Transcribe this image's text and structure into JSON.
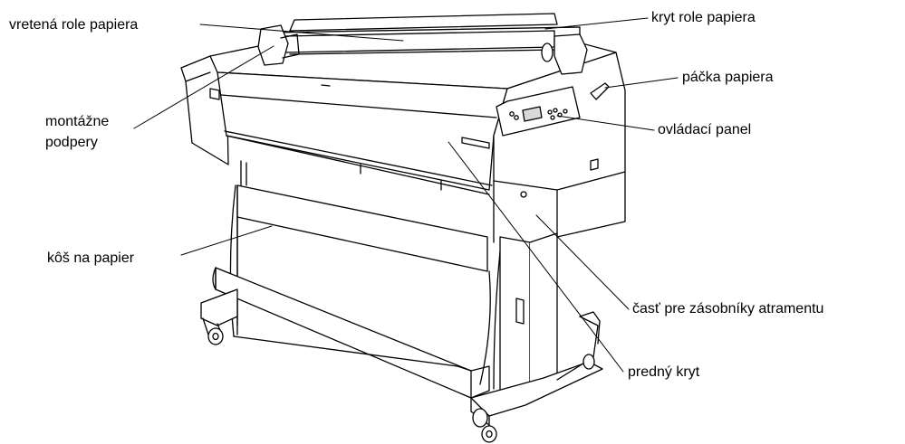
{
  "labels": {
    "spindle": "vretená role papiera",
    "roll_cover": "kryt role papiera",
    "paper_lever": "páčka papiera",
    "supports_line1": "montážne",
    "supports_line2": "podpery",
    "control_panel": "ovládací panel",
    "basket": "kôš na papier",
    "ink_compartment": "časť pre zásobníky atramentu",
    "front_cover": "predný kryt"
  },
  "colors": {
    "line": "#000000",
    "panel_screen": "#d9d9d9",
    "background": "#ffffff"
  }
}
